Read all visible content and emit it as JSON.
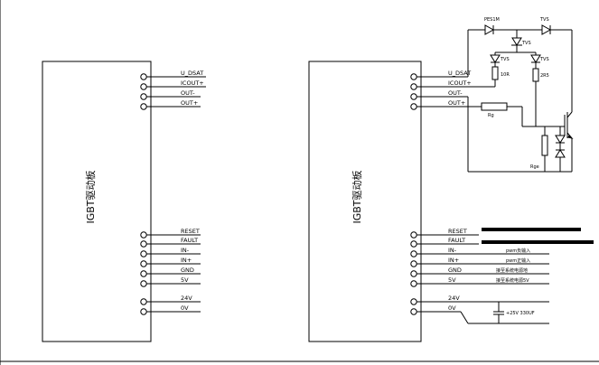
{
  "board_label": "IGBT驱动板",
  "top_pins": [
    "U_DSAT",
    "ICOUT+",
    "OUT-",
    "OUT+"
  ],
  "bottom_pins": [
    "RESET",
    "FAULT",
    "IN-",
    "IN+",
    "GND",
    "5V",
    "24V",
    "0V"
  ],
  "components": {
    "d_top": "PES1M",
    "tvs": "TVS",
    "tvs2": "TVS",
    "d_tvs": "TVS",
    "d_left": "TVS",
    "d_right": "TVS",
    "r_left": "10R",
    "r_right": "2R5",
    "rg": "Rg",
    "rge": "Rge"
  },
  "annotations": {
    "in_minus": "pwm负输入",
    "in_plus": "pwm正输入",
    "gnd": "接至系统电源地",
    "v5": "接至系统电源5V",
    "cap": "+25V 330UF"
  }
}
